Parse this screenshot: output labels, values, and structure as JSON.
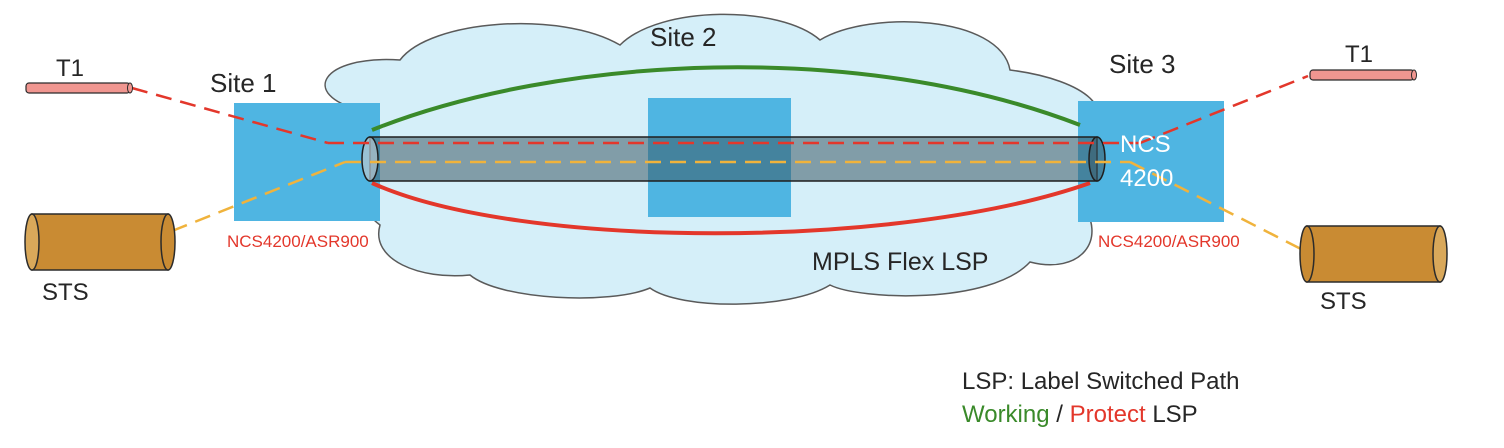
{
  "site_labels": {
    "site1": "Site 1",
    "site2": "Site 2",
    "site3": "Site 3"
  },
  "device_labels": {
    "left": "NCS4200/ASR900",
    "right": "NCS4200/ASR900",
    "site3_line1": "NCS",
    "site3_line2": "4200"
  },
  "endpoints": {
    "t1_left": "T1",
    "t1_right": "T1",
    "sts_left": "STS",
    "sts_right": "STS"
  },
  "cloud_label": "MPLS Flex LSP",
  "legend": {
    "definition": "LSP: Label Switched Path",
    "working": "Working",
    "separator": "/",
    "protect": "Protect",
    "lsp": "LSP"
  },
  "colors": {
    "cloud_fill": "#d5eff9",
    "cloud_stroke": "#5a5a5a",
    "node_fill": "#4fb5e2",
    "tunnel_fill": "#3d5966",
    "working_path": "#3a8a2a",
    "protect_path": "#e3372b",
    "t1_circuit": "#e3372b",
    "sts_circuit": "#f0b33c",
    "t1_bar": "#f09690",
    "sts_cylinder": "#c98b33",
    "device_label": "#e3372b",
    "text": "#262626"
  }
}
